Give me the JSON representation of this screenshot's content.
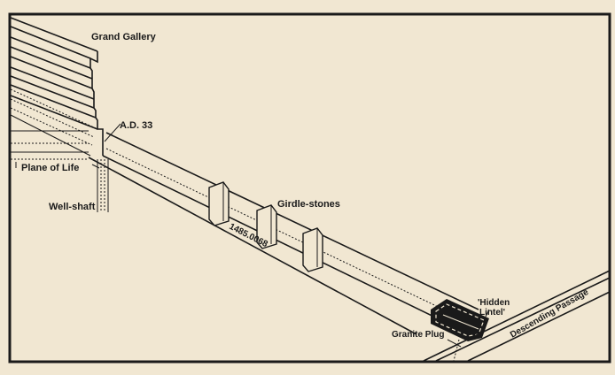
{
  "diagram": {
    "labels": {
      "grand_gallery": "Grand Gallery",
      "ad33": "A.D. 33",
      "plane_of_life": "Plane of Life",
      "well_shaft": "Well-shaft",
      "girdle_stones": "Girdle-stones",
      "measurement": "1485.0068",
      "hidden_lintel_1": "'Hidden",
      "hidden_lintel_2": "Lintel'",
      "granite_plug": "Granite Plug",
      "descending_passage": "Descending Passage"
    },
    "colors": {
      "paper": "#f1e7d2",
      "ink": "#1a1a1a"
    }
  }
}
